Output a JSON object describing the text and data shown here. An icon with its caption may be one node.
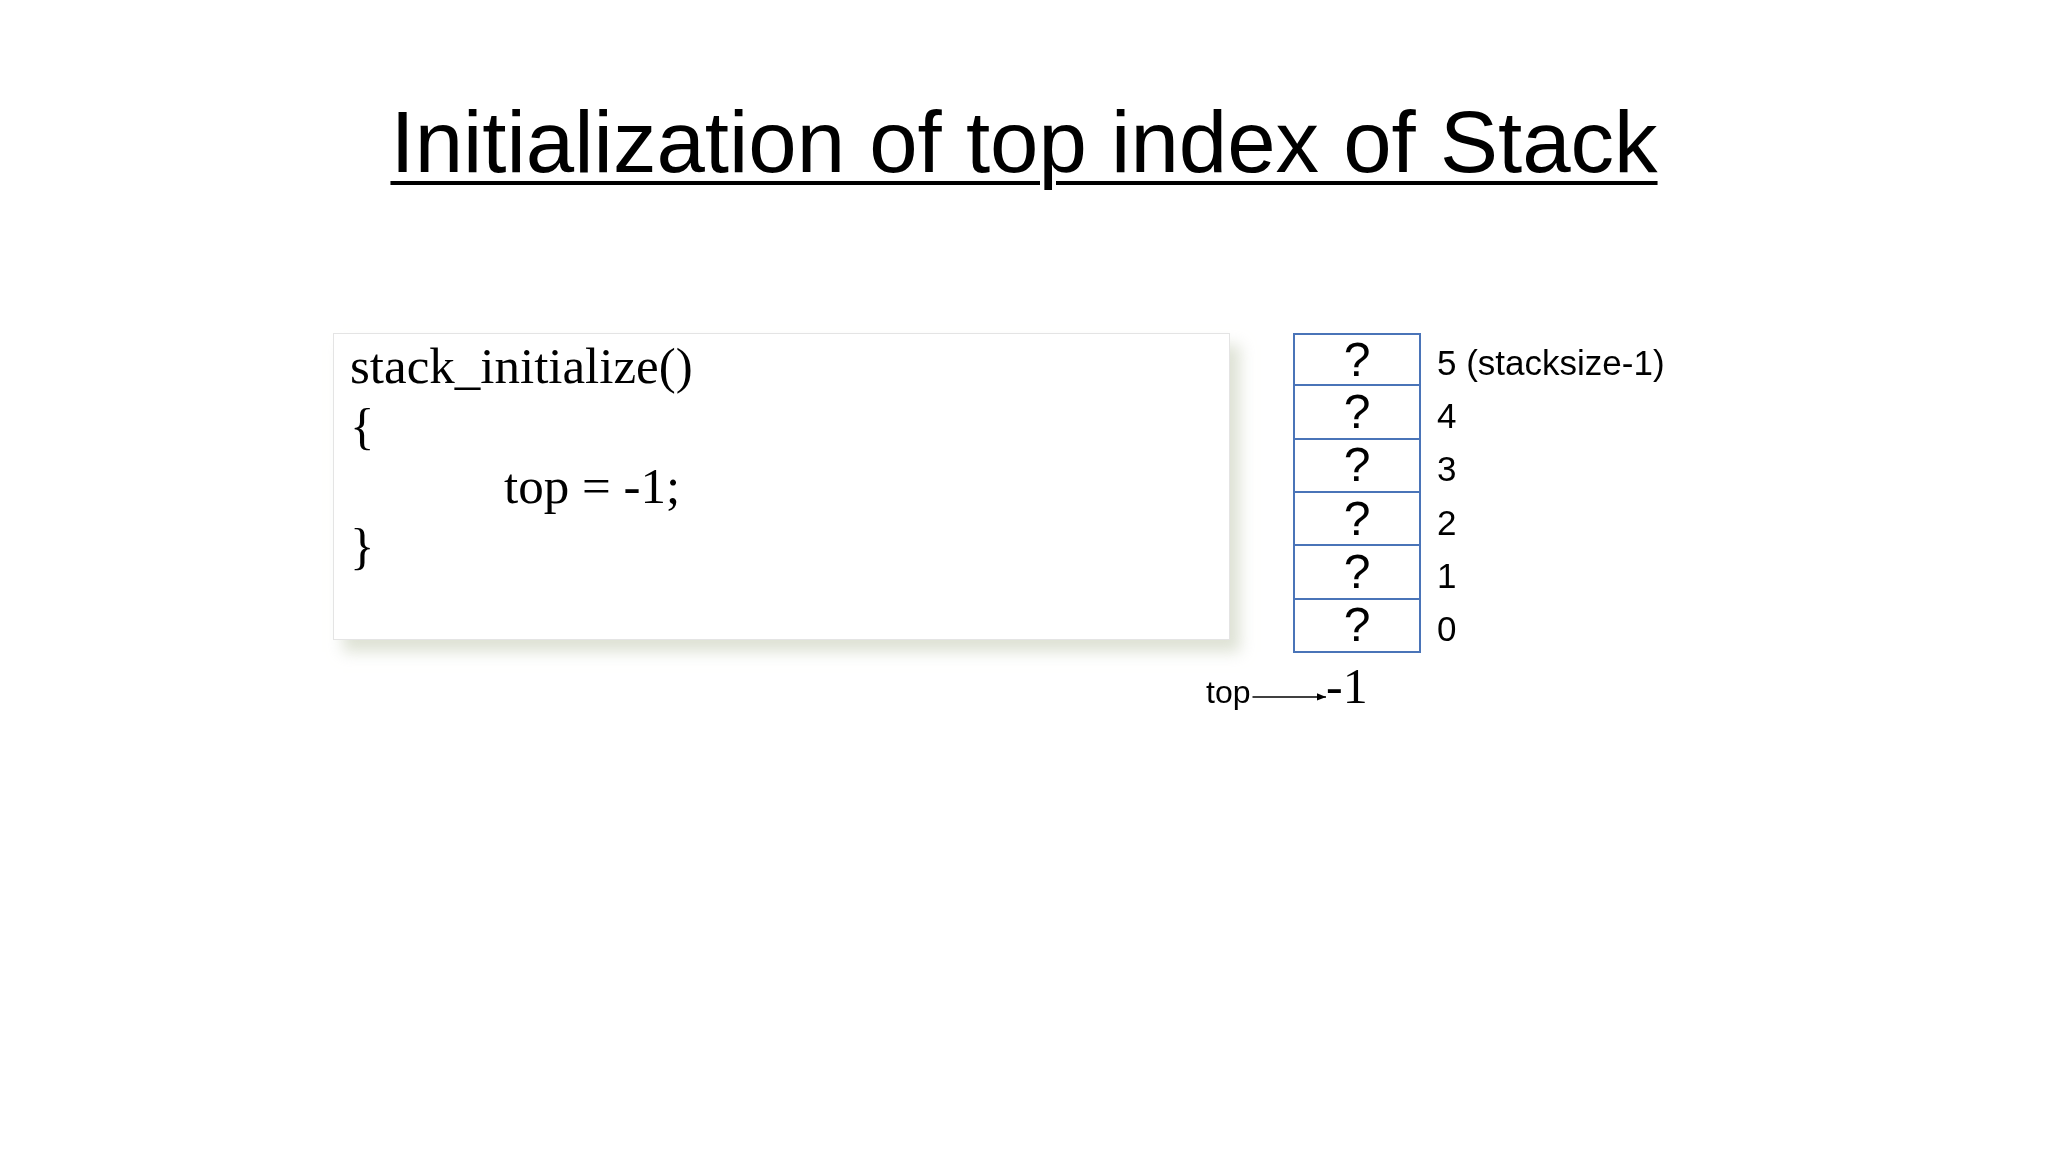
{
  "diagram": {
    "title": "Initialization of top index of Stack",
    "nodes": [
      {
        "text": [
          "stack_initialize()",
          "{",
          "top = -1;",
          "}"
        ]
      },
      {
        "text": [
          "?"
        ],
        "beside": [
          "5 (stacksize-1)"
        ]
      },
      {
        "text": [
          "?"
        ],
        "beside": [
          "4"
        ]
      },
      {
        "text": [
          "?"
        ],
        "beside": [
          "3"
        ]
      },
      {
        "text": [
          "?"
        ],
        "beside": [
          "2"
        ]
      },
      {
        "text": [
          "?"
        ],
        "beside": [
          "1"
        ]
      },
      {
        "text": [
          "?"
        ],
        "beside": [
          "0"
        ]
      },
      {
        "text": [
          "top"
        ]
      },
      {
        "text": [
          "-1"
        ]
      }
    ],
    "edges": [
      {
        "from": 7,
        "to": 8,
        "arrow": "to"
      }
    ]
  }
}
